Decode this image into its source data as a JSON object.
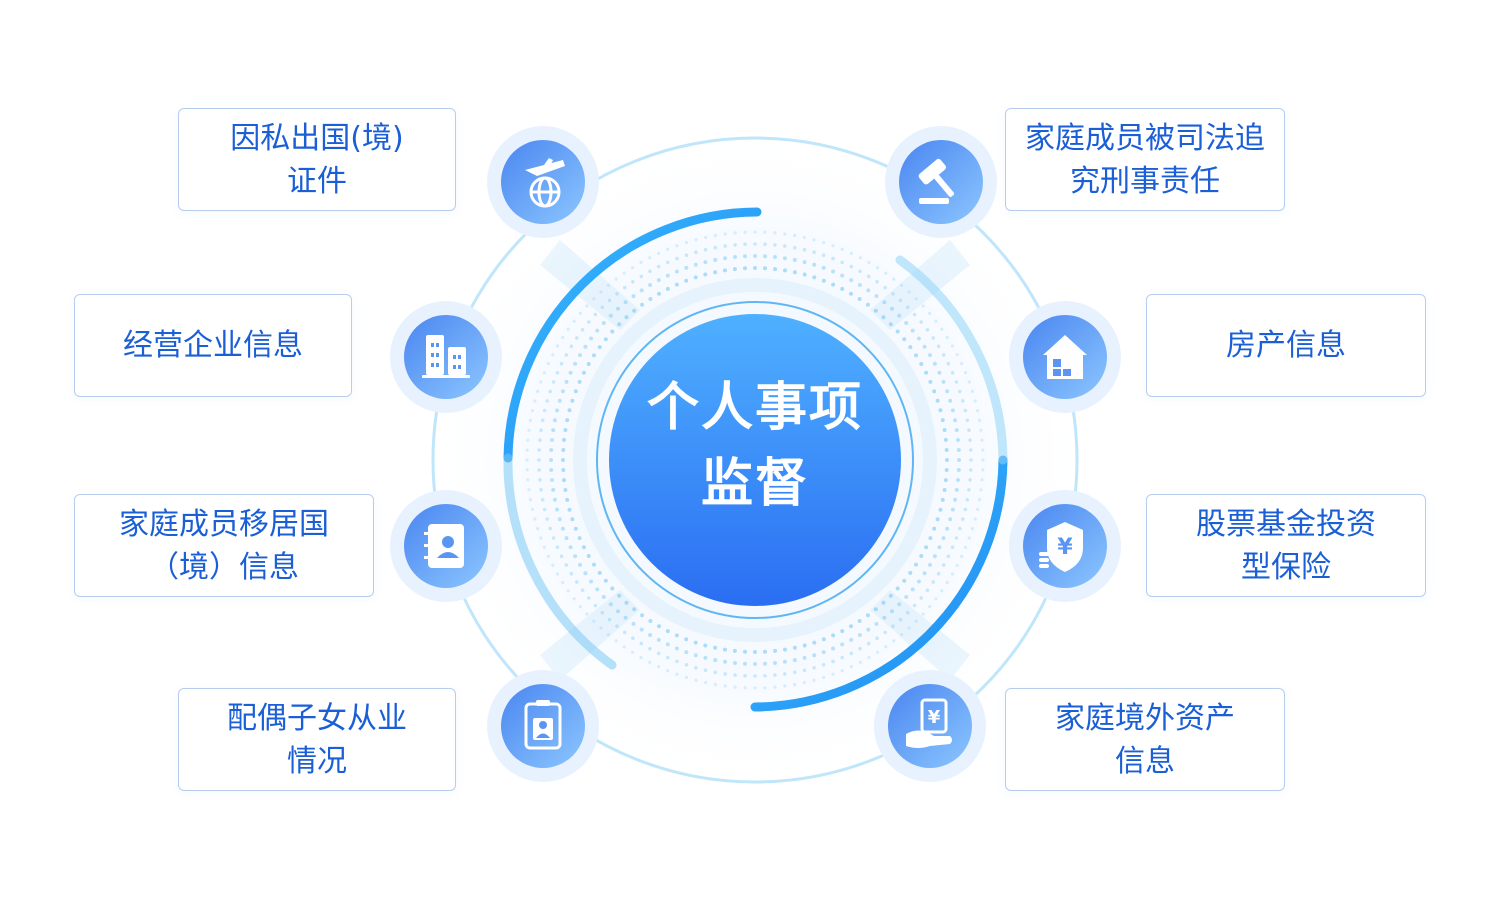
{
  "center": {
    "title": "个人事项\n监督"
  },
  "items": [
    {
      "id": "travel",
      "label": "因私出国(境)\n证件",
      "icon": "airplane-globe-icon"
    },
    {
      "id": "business",
      "label": "经营企业信息",
      "icon": "buildings-icon"
    },
    {
      "id": "relocation",
      "label": "家庭成员移居国\n（境）信息",
      "icon": "contact-book-icon"
    },
    {
      "id": "spouse",
      "label": "配偶子女从业\n情况",
      "icon": "id-card-icon"
    },
    {
      "id": "judicial",
      "label": "家庭成员被司法追\n究刑事责任",
      "icon": "gavel-icon"
    },
    {
      "id": "property",
      "label": "房产信息",
      "icon": "house-icon"
    },
    {
      "id": "investment",
      "label": "股票基金投资\n型保险",
      "icon": "shield-yuan-icon"
    },
    {
      "id": "overseas",
      "label": "家庭境外资产\n信息",
      "icon": "hand-yuan-icon"
    }
  ],
  "colors": {
    "accent": "#1b5fd6",
    "center_top": "#4fb0ff",
    "center_bottom": "#2a70f2",
    "box_border": "#b7cdee",
    "ring": "#8fd3f7"
  }
}
